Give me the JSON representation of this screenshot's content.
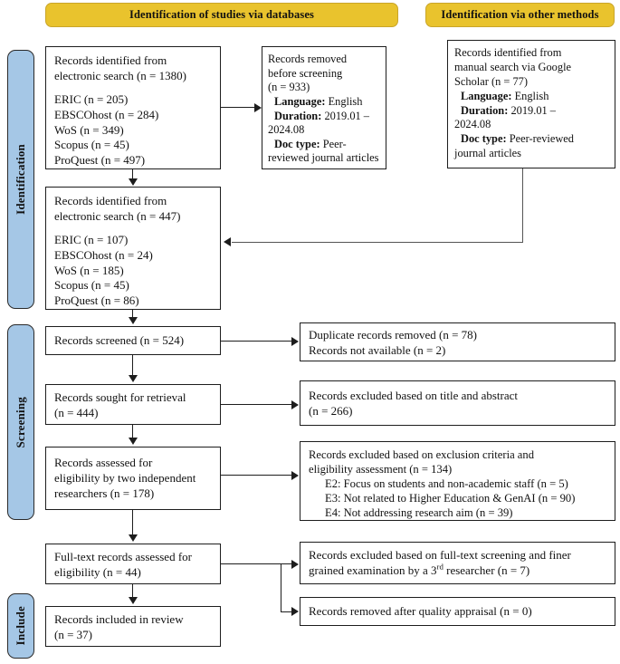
{
  "banners": [
    {
      "id": "databases",
      "label": "Identification of studies via databases"
    },
    {
      "id": "other-methods",
      "label": "Identification via other methods"
    }
  ],
  "phases": [
    {
      "id": "identification",
      "label": "Identification"
    },
    {
      "id": "screening",
      "label": "Screening"
    },
    {
      "id": "include",
      "label": "Include"
    }
  ],
  "boxes": {
    "records_identified_1": {
      "title_l1": "Records identified from",
      "title_l2": "electronic search (n = 1380)",
      "sources": [
        "ERIC (n = 205)",
        "EBSCOhost (n = 284)",
        "WoS (n = 349)",
        "Scopus (n = 45)",
        "ProQuest (n = 497)"
      ]
    },
    "records_removed_before_screening": {
      "l1": "Records removed",
      "l2": "before screening",
      "l3": "(n = 933)",
      "language_label": "Language:",
      "language_value": "English",
      "duration_label": "Duration:",
      "duration_value": "2019.01 –",
      "duration_value_2": "2024.08",
      "doctype_label": "Doc type:",
      "doctype_value": "Peer-",
      "doctype_value_2": "reviewed journal articles"
    },
    "records_identified_manual": {
      "l1": "Records identified from",
      "l2": "manual search via Google",
      "l3": "Scholar (n = 77)",
      "language_label": "Language:",
      "language_value": "English",
      "duration_label": "Duration:",
      "duration_value": "2019.01 –",
      "duration_value_2": "2024.08",
      "doctype_label": "Doc type:",
      "doctype_value": "Peer-reviewed",
      "doctype_value_2": "journal articles"
    },
    "records_identified_2": {
      "title_l1": "Records identified from",
      "title_l2": "electronic search (n = 447)",
      "sources": [
        "ERIC (n = 107)",
        "EBSCOhost (n = 24)",
        "WoS (n = 185)",
        "Scopus (n = 45)",
        "ProQuest (n = 86)"
      ]
    },
    "records_screened": {
      "l1": "Records screened (n = 524)"
    },
    "duplicates_removed": {
      "l1": "Duplicate records removed (n = 78)",
      "l2": "Records not available (n = 2)"
    },
    "records_sought": {
      "l1": "Records sought for retrieval",
      "l2": "(n = 444)"
    },
    "excluded_title_abstract": {
      "l1": "Records excluded based on title and abstract",
      "l2": "(n = 266)"
    },
    "records_assessed": {
      "l1": "Records assessed for",
      "l2": "eligibility by two independent",
      "l3": "researchers (n = 178)"
    },
    "excluded_criteria": {
      "l1": "Records excluded based on exclusion criteria and",
      "l2": "eligibility assessment (n = 134)",
      "reasons": [
        "E2: Focus on students and non-academic staff (n = 5)",
        "E3: Not related to Higher Education & GenAI (n = 90)",
        "E4: Not addressing research aim (n = 39)"
      ]
    },
    "fulltext_assessed": {
      "l1": "Full-text records assessed for",
      "l2": "eligibility (n = 44)"
    },
    "excluded_fulltext": {
      "l1": "Records excluded based on full-text screening and finer",
      "l2_pre": "grained examination by a 3",
      "l2_sup": "rd",
      "l2_post": " researcher (n = 7)"
    },
    "removed_quality": {
      "l1": "Records removed after quality appraisal (n = 0)"
    },
    "records_included": {
      "l1": "Records included in review",
      "l2": "(n = 37)"
    }
  },
  "colors": {
    "banner_gold": "#E9C32D",
    "phase_blue": "#A5C7E6",
    "box_border": "#1d1d1d",
    "text": "#111111"
  }
}
